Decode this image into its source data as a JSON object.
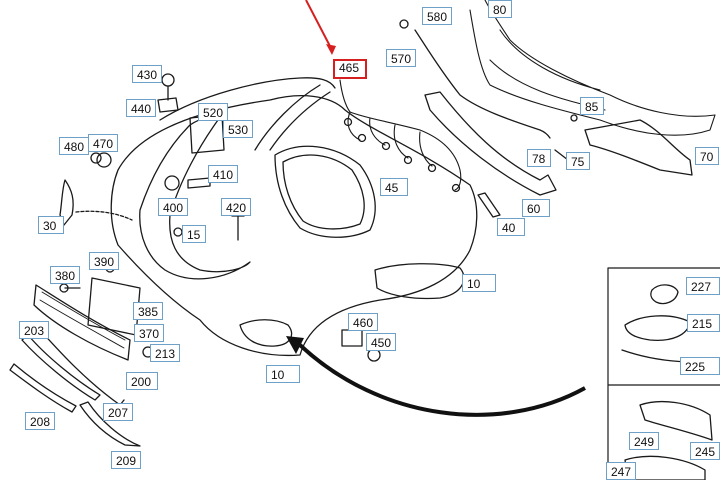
{
  "colors": {
    "line": "#1a1a1a",
    "label_border": "#6fa0c8",
    "highlight": "#d62020",
    "thick_arrow": "#111111"
  },
  "highlighted_label": "465",
  "labels": [
    "580",
    "80",
    "465",
    "570",
    "430",
    "440",
    "520",
    "530",
    "480",
    "470",
    "85",
    "78",
    "75",
    "70",
    "410",
    "45",
    "400",
    "420",
    "15",
    "60",
    "30",
    "40",
    "390",
    "380",
    "385",
    "370",
    "460",
    "450",
    "203",
    "213",
    "200",
    "10",
    "227",
    "215",
    "225",
    "207",
    "208",
    "249",
    "245",
    "247",
    "209"
  ]
}
